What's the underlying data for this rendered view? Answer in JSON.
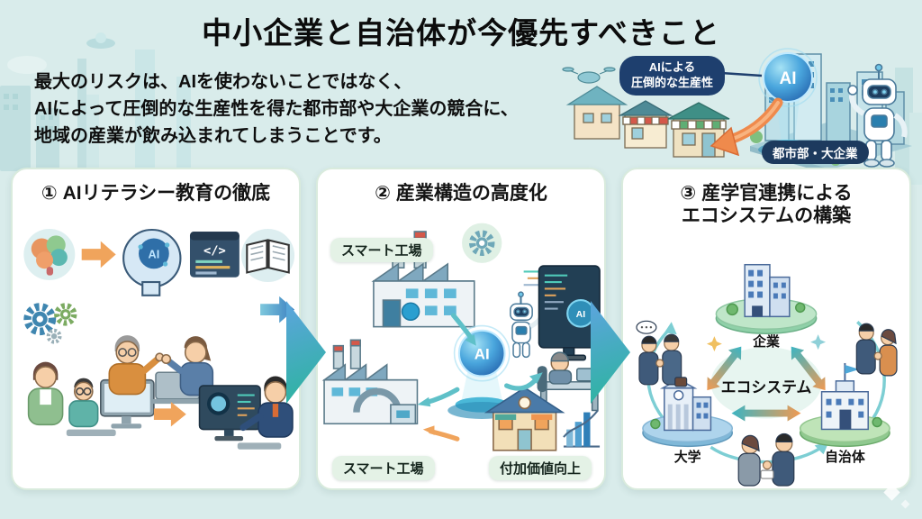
{
  "colors": {
    "background": "#d9eceb",
    "panel_border": "#d9ebdd",
    "accent_teal": "#2fb3a2",
    "accent_blue": "#4a9ad6",
    "accent_orange": "#f0954f",
    "badge_navy": "#1e3f6e",
    "text": "#111111"
  },
  "header": {
    "title": "中小企業と自治体が今優先すべきこと"
  },
  "intro": {
    "lines": [
      "最大のリスクは、AIを使わないことではなく、",
      "AIによって圧倒的な生産性を得た都市部や大企業の競合に、",
      "地域の産業が飲み込まれてしまうことです。"
    ]
  },
  "hero": {
    "badge_line1": "AIによる",
    "badge_line2": "圧倒的な生産性",
    "ai_orb": "AI",
    "city_label": "都市部・大企業"
  },
  "panels": [
    {
      "number": "①",
      "title": "AIリテラシー教育の徹底",
      "head_ai": "AI",
      "code_glyph": "</>"
    },
    {
      "number": "②",
      "title": "産業構造の高度化",
      "label_top": "スマート工場",
      "label_bottom_left": "スマート工場",
      "label_bottom_right": "付加価値向上",
      "ai_orb": "AI",
      "screen_ai": "AI"
    },
    {
      "number": "③",
      "title_line1": "産学官連携による",
      "title_line2": "エコシステムの構築",
      "node_top": "企業",
      "node_left": "大学",
      "node_right": "自治体",
      "center_label": "エコシステム"
    }
  ]
}
